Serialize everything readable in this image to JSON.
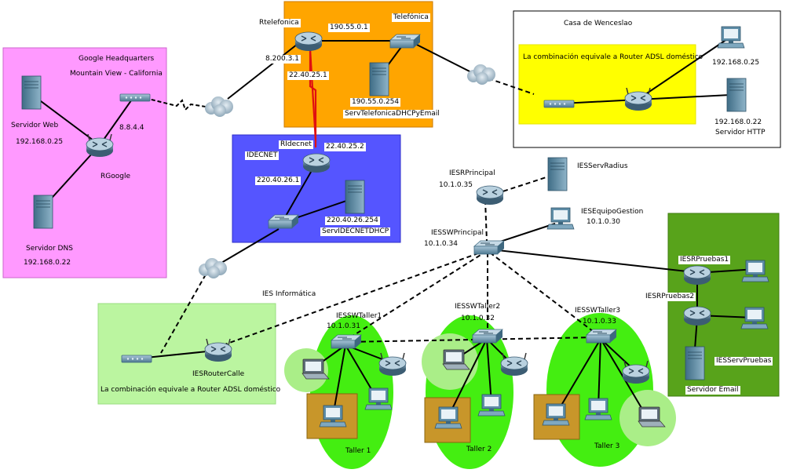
{
  "zones": {
    "google": {
      "title": "Google Headquarters",
      "subtitle": "Mountain View - California",
      "color": "#ff99ff"
    },
    "telefonica": {
      "color": "#ffa500"
    },
    "idecnet": {
      "title": "IDECNET",
      "color": "#5555ff"
    },
    "casa": {
      "title": "Casa de Wenceslao",
      "inner_label": "La combinación equivale a Router ADSL doméstico",
      "inner_color": "#ffff00"
    },
    "ies": {
      "title": "IES Informática",
      "inner_label": "La combinación equivale a Router ADSL doméstico",
      "color": "#bbf5a0"
    },
    "pruebas": {
      "color": "#58a31b"
    },
    "taller1": {
      "label": "Taller 1"
    },
    "taller2": {
      "label": "Taller 2"
    },
    "taller3": {
      "label": "Taller 3"
    }
  },
  "labels": {
    "rtelefonica": "Rtelefonica",
    "telefonica": "Telefónica",
    "ip_190_55_0_1": "190.55.0.1",
    "ip_8_200_3_1": "8.200.3.1",
    "ip_22_40_25_1": "22.40.25.1",
    "ip_190_55_0_254": "190.55.0.254",
    "serv_telefonica": "ServTelefonicaDHCPyEmail",
    "ridecnet": "RIdecnet",
    "ip_22_40_25_2": "22.40.25.2",
    "ip_220_40_26_1": "220.40.26.1",
    "ip_220_40_26_254": "220.40.26.254",
    "serv_idecnet": "ServIDECNETDHCP",
    "servidor_web": "Servidor Web",
    "ip_web": "192.168.0.25",
    "ip_8_8_4_4": "8.8.4.4",
    "rgoogle": "RGoogle",
    "servidor_dns": "Servidor DNS",
    "ip_dns": "192.168.0.22",
    "casa_pc_ip": "192.168.0.25",
    "casa_srv_ip": "192.168.0.22",
    "casa_srv_name": "Servidor HTTP",
    "iesr_principal": "IESRPrincipal",
    "ip_iesr_principal": "10.1.0.35",
    "ies_serv_radius": "IESServRadius",
    "ies_equipo_gestion": "IESEquipoGestion",
    "ip_equipo_gestion": "10.1.0.30",
    "iessw_principal": "IESSWPrincipal",
    "ip_iessw_principal": "10.1.0.34",
    "iesr_pruebas1": "IESRPruebas1",
    "iesr_pruebas2": "IESRPruebas2",
    "ies_serv_pruebas": "IESServPruebas",
    "servidor_email": "Servidor Email",
    "iessw_taller1": "IESSWTaller1",
    "ip_taller1": "10.1.0.31",
    "iessw_taller2": "IESSWTaller2",
    "ip_taller2": "10.1.0.32",
    "iessw_taller3": "IESSWTaller3",
    "ip_taller3": "10.1.0.33",
    "ies_router_calle": "IESRouterCalle"
  },
  "colors": {
    "link": "#000000",
    "highlight_link": "#e01010",
    "router_body": "#4b6f86",
    "switch_body": "#5f8fa8",
    "server_body": "#5b8fa6",
    "taller_ellipse": "#44ee11",
    "taller_box": "#c8962a",
    "laptop_circle": "#aaee88"
  }
}
